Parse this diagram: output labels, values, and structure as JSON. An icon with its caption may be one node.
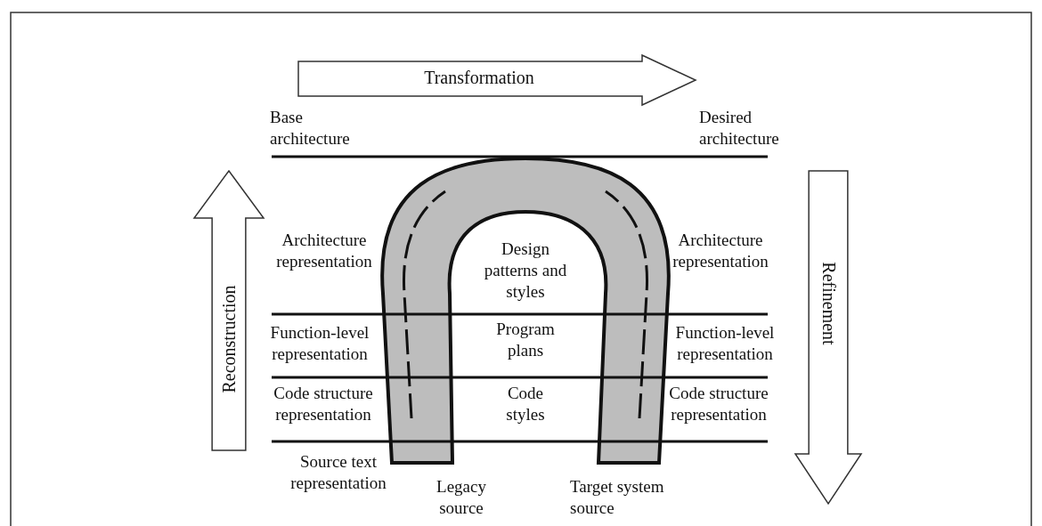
{
  "diagram": {
    "nodes": [
      {
        "text": [
          "Transformation"
        ]
      },
      {
        "text": [
          "Reconstruction"
        ]
      },
      {
        "text": [
          "Refinement"
        ]
      }
    ],
    "labels": [
      "Base architecture",
      "Desired architecture",
      "Architecture representation",
      "Design patterns and styles",
      "Architecture representation",
      "Function-level representation",
      "Program plans",
      "Function-level representation",
      "Code structure representation",
      "Code styles",
      "Code structure representation",
      "Source text representation",
      "Legacy source",
      "Target system source"
    ]
  }
}
